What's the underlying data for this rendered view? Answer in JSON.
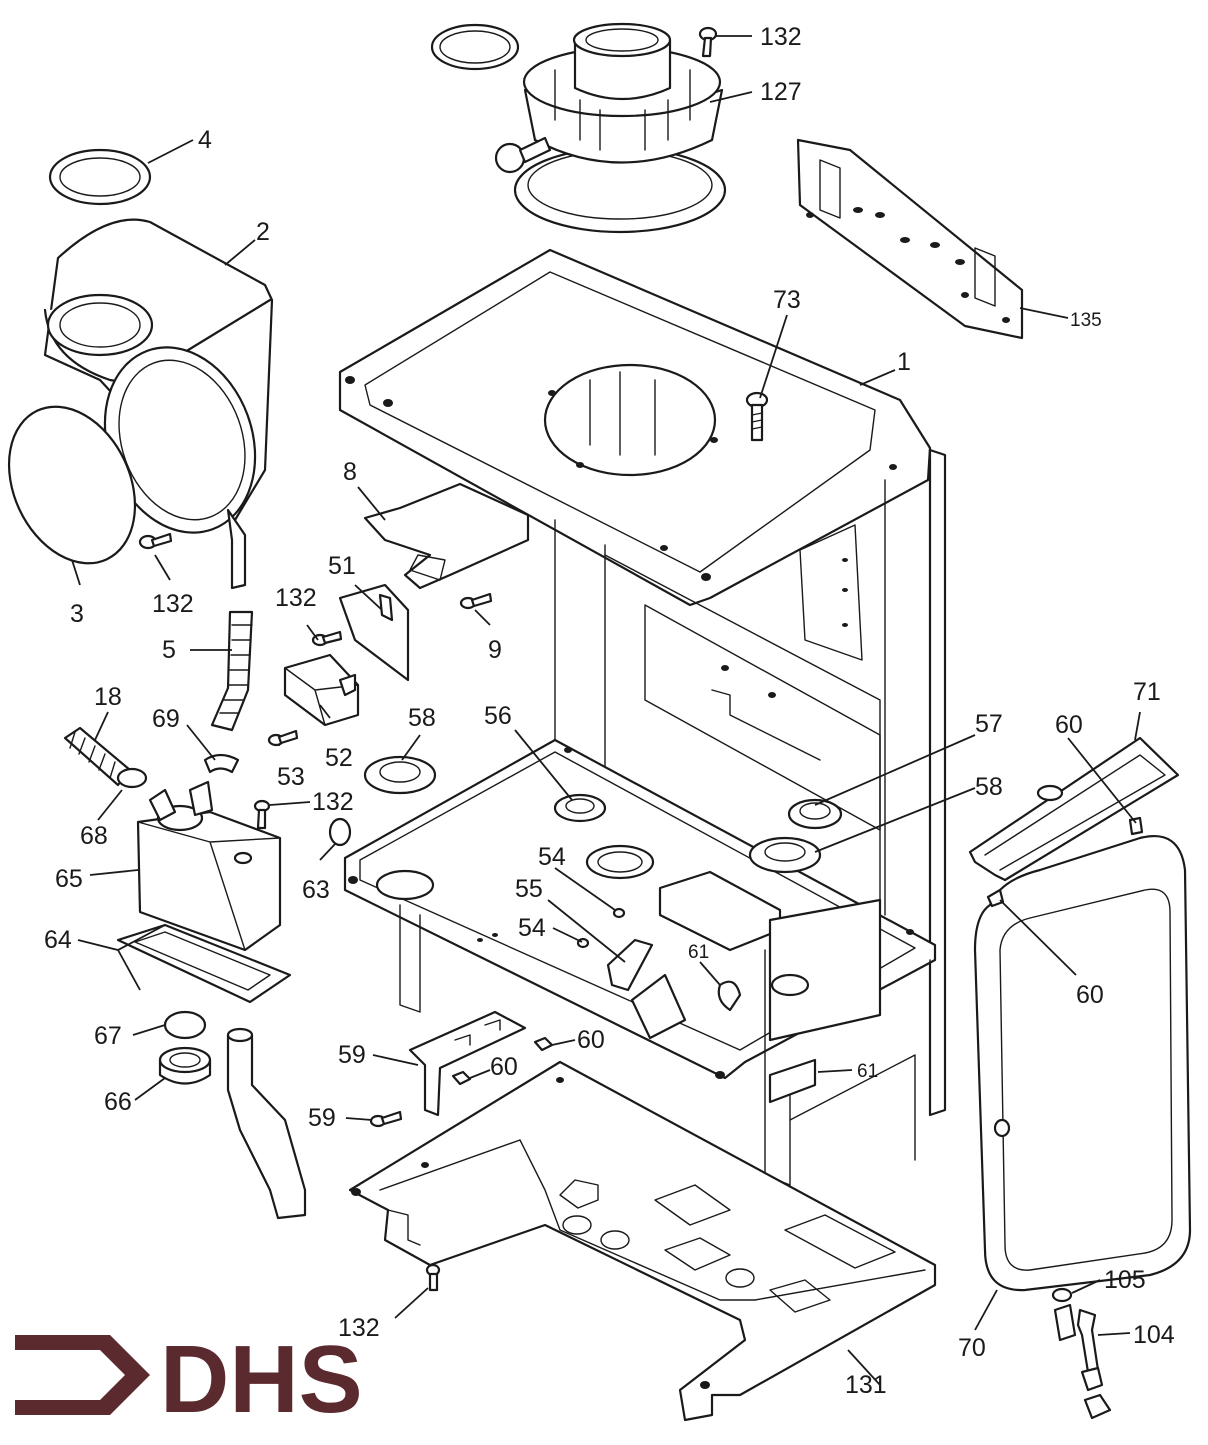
{
  "brand": {
    "logo_text": "DHS",
    "color": "#5a2a2e"
  },
  "callouts": {
    "c4": "4",
    "c2": "2",
    "c3": "3",
    "c132_left": "132",
    "c5": "5",
    "c132_b": "132",
    "c51": "51",
    "c8": "8",
    "c9": "9",
    "c18": "18",
    "c69": "69",
    "c53": "53",
    "c52": "52",
    "c58_a": "58",
    "c56": "56",
    "c68": "68",
    "c132_c": "132",
    "c65": "65",
    "c63": "63",
    "c64": "64",
    "c54_a": "54",
    "c55": "55",
    "c54_b": "54",
    "c61_a": "61",
    "c67": "67",
    "c66": "66",
    "c59_a": "59",
    "c60_a": "60",
    "c60_b": "60",
    "c59_b": "59",
    "c61_b": "61",
    "c132_d": "132",
    "c131": "131",
    "c132_top": "132",
    "c127": "127",
    "c135": "135",
    "c73": "73",
    "c1": "1",
    "c57": "57",
    "c58_b": "58",
    "c71": "71",
    "c60_c": "60",
    "c60_d": "60",
    "c105": "105",
    "c104": "104",
    "c70": "70"
  }
}
